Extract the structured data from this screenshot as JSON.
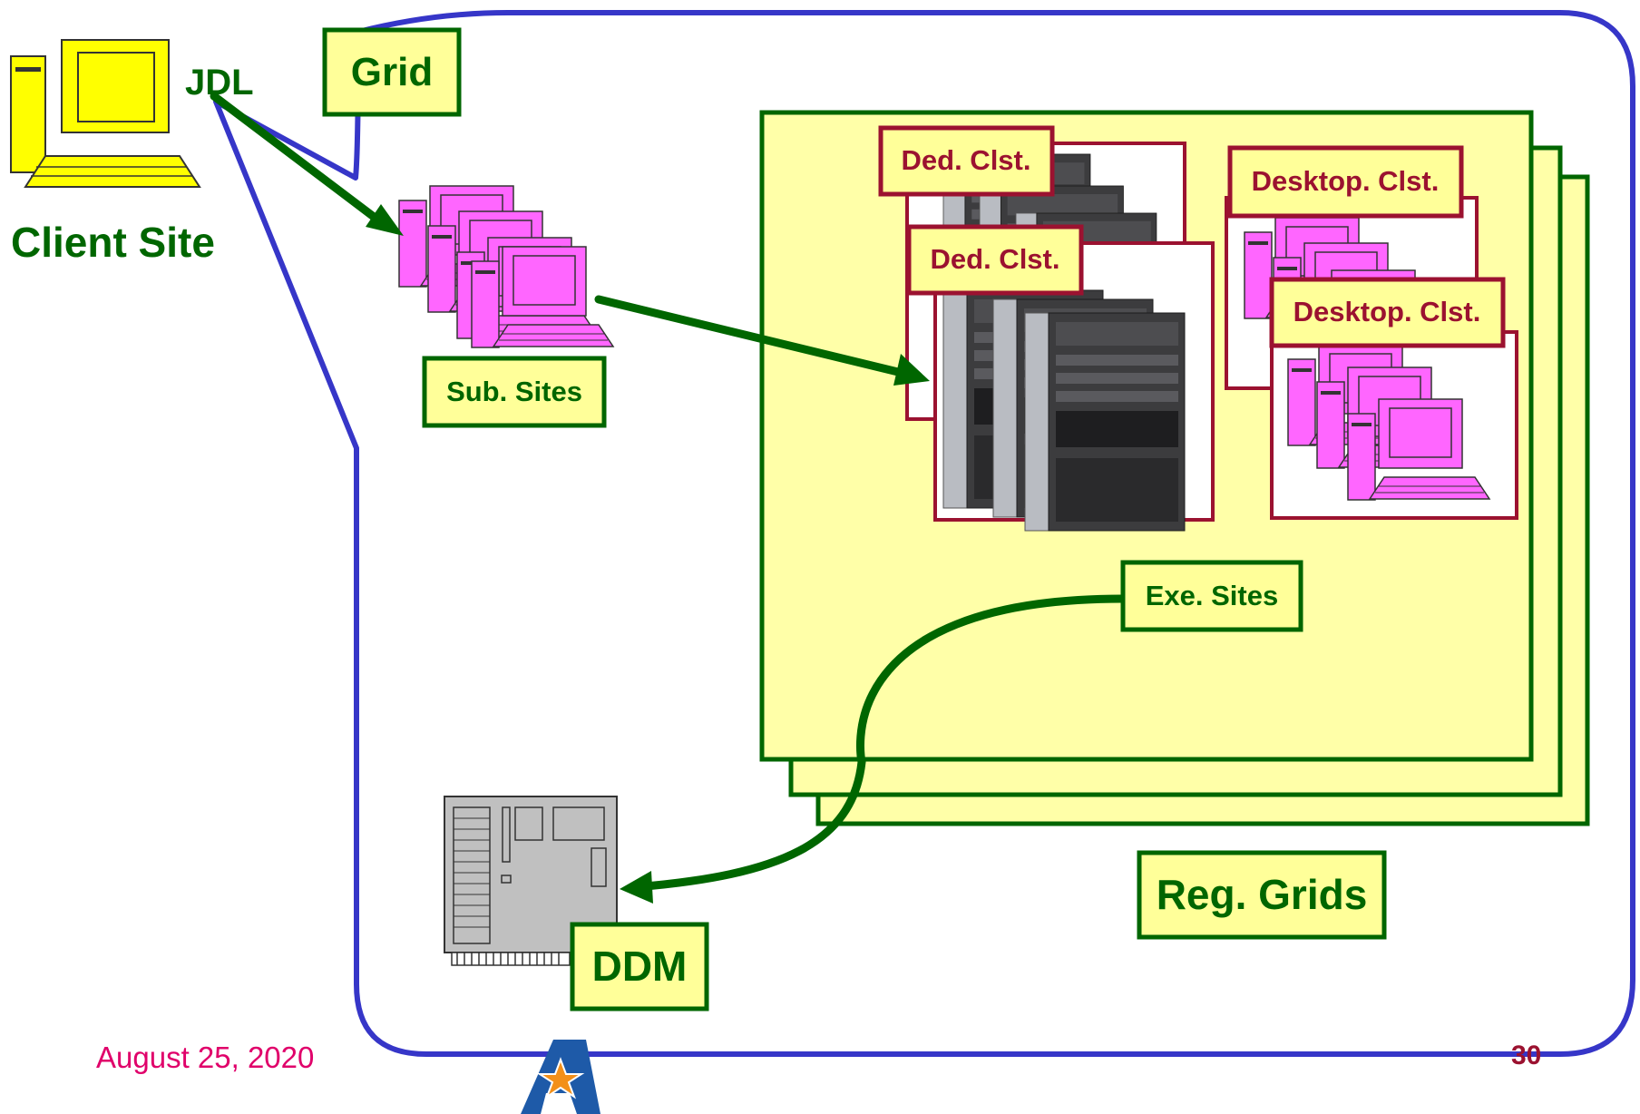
{
  "labels": {
    "jdl": "JDL",
    "client_site": "Client Site",
    "grid": "Grid",
    "sub_sites": "Sub. Sites",
    "ded_clst_1": "Ded. Clst.",
    "ded_clst_2": "Ded. Clst.",
    "desktop_clst_1": "Desktop. Clst.",
    "desktop_clst_2": "Desktop. Clst.",
    "exe_sites": "Exe. Sites",
    "reg_grids": "Reg. Grids",
    "ddm": "DDM"
  },
  "footer": {
    "date": "August 25, 2020",
    "page": "30"
  },
  "colors": {
    "bubble_border": "#3636c8",
    "label_green": "#006600",
    "label_fill": "#ffff99",
    "panel_fill": "#ffffa8",
    "cluster_border": "#9b1230",
    "client_computer": "#ffff00",
    "site_computers": "#ff66ff",
    "arrow": "#006600",
    "date_text": "#e0006a"
  },
  "icons": {
    "client": "computer-icon",
    "sub_sites": "computer-group-icon",
    "ded_clusters": "server-rack-icon",
    "desktop_clusters": "computer-group-icon",
    "ddm": "circuit-board-icon",
    "logo": "star-a-logo"
  }
}
